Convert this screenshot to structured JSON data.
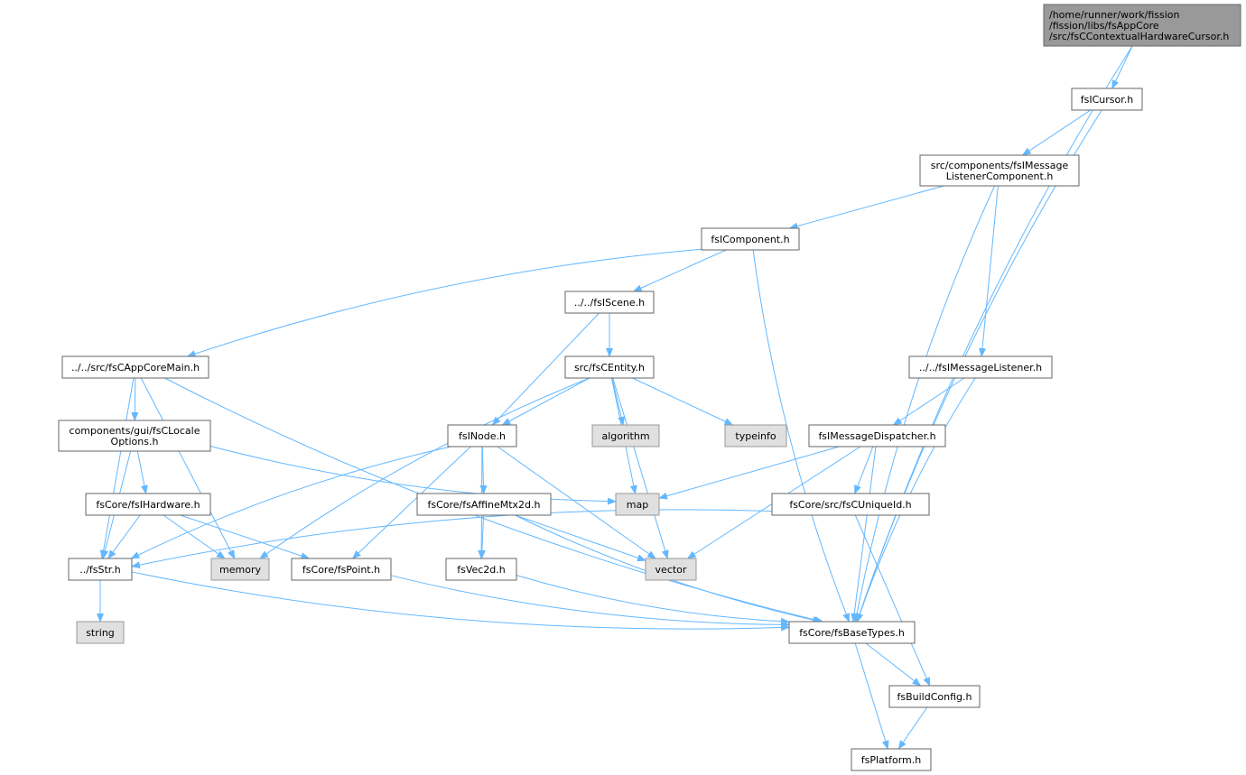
{
  "nodes": [
    {
      "id": "root",
      "kind": "main",
      "lines": [
        "/home/runner/work/fission",
        "/fission/libs/fsAppCore",
        "/src/fsCContextualHardwareCursor.h"
      ]
    },
    {
      "id": "fsICursor",
      "kind": "normal",
      "lines": [
        "fsICursor.h"
      ]
    },
    {
      "id": "msgListenerComponent",
      "kind": "normal",
      "lines": [
        "src/components/fsIMessage",
        "ListenerComponent.h"
      ]
    },
    {
      "id": "fsIComponent",
      "kind": "normal",
      "lines": [
        "fsIComponent.h"
      ]
    },
    {
      "id": "fsIScene",
      "kind": "normal",
      "lines": [
        "../../fsIScene.h"
      ]
    },
    {
      "id": "appCoreMain",
      "kind": "normal",
      "lines": [
        "../../src/fsCAppCoreMain.h"
      ]
    },
    {
      "id": "fsCEntity",
      "kind": "normal",
      "lines": [
        "src/fsCEntity.h"
      ]
    },
    {
      "id": "msgListener",
      "kind": "normal",
      "lines": [
        "../../fsIMessageListener.h"
      ]
    },
    {
      "id": "localeOptions",
      "kind": "normal",
      "lines": [
        "components/gui/fsCLocale",
        "Options.h"
      ]
    },
    {
      "id": "fsINode",
      "kind": "normal",
      "lines": [
        "fsINode.h"
      ]
    },
    {
      "id": "algorithm",
      "kind": "external",
      "lines": [
        "algorithm"
      ]
    },
    {
      "id": "typeinfo",
      "kind": "external",
      "lines": [
        "typeinfo"
      ]
    },
    {
      "id": "msgDispatcher",
      "kind": "normal",
      "lines": [
        "fsIMessageDispatcher.h"
      ]
    },
    {
      "id": "fsIHardware",
      "kind": "normal",
      "lines": [
        "fsCore/fsIHardware.h"
      ]
    },
    {
      "id": "affineMtx",
      "kind": "normal",
      "lines": [
        "fsCore/fsAffineMtx2d.h"
      ]
    },
    {
      "id": "map",
      "kind": "external",
      "lines": [
        "map"
      ]
    },
    {
      "id": "uniqueId",
      "kind": "normal",
      "lines": [
        "fsCore/src/fsCUniqueId.h"
      ]
    },
    {
      "id": "fsStr",
      "kind": "normal",
      "lines": [
        "../fsStr.h"
      ]
    },
    {
      "id": "memory",
      "kind": "external",
      "lines": [
        "memory"
      ]
    },
    {
      "id": "fsPoint",
      "kind": "normal",
      "lines": [
        "fsCore/fsPoint.h"
      ]
    },
    {
      "id": "fsVec2d",
      "kind": "normal",
      "lines": [
        "fsVec2d.h"
      ]
    },
    {
      "id": "vector",
      "kind": "external",
      "lines": [
        "vector"
      ]
    },
    {
      "id": "string",
      "kind": "external",
      "lines": [
        "string"
      ]
    },
    {
      "id": "baseTypes",
      "kind": "normal",
      "lines": [
        "fsCore/fsBaseTypes.h"
      ]
    },
    {
      "id": "buildConfig",
      "kind": "normal",
      "lines": [
        "fsBuildConfig.h"
      ]
    },
    {
      "id": "platform",
      "kind": "normal",
      "lines": [
        "fsPlatform.h"
      ]
    }
  ],
  "edges": [
    [
      "root",
      "fsICursor"
    ],
    [
      "root",
      "baseTypes"
    ],
    [
      "fsICursor",
      "msgListenerComponent"
    ],
    [
      "fsICursor",
      "baseTypes"
    ],
    [
      "msgListenerComponent",
      "fsIComponent"
    ],
    [
      "msgListenerComponent",
      "msgListener"
    ],
    [
      "msgListenerComponent",
      "baseTypes"
    ],
    [
      "fsIComponent",
      "fsIScene"
    ],
    [
      "fsIComponent",
      "appCoreMain"
    ],
    [
      "fsIComponent",
      "baseTypes"
    ],
    [
      "fsIScene",
      "fsCEntity"
    ],
    [
      "fsIScene",
      "fsINode"
    ],
    [
      "appCoreMain",
      "localeOptions"
    ],
    [
      "appCoreMain",
      "fsStr"
    ],
    [
      "appCoreMain",
      "memory"
    ],
    [
      "appCoreMain",
      "baseTypes"
    ],
    [
      "fsCEntity",
      "fsINode"
    ],
    [
      "fsCEntity",
      "algorithm"
    ],
    [
      "fsCEntity",
      "typeinfo"
    ],
    [
      "fsCEntity",
      "map"
    ],
    [
      "fsCEntity",
      "vector"
    ],
    [
      "fsCEntity",
      "memory"
    ],
    [
      "msgListener",
      "msgDispatcher"
    ],
    [
      "msgListener",
      "baseTypes"
    ],
    [
      "localeOptions",
      "fsIHardware"
    ],
    [
      "localeOptions",
      "fsStr"
    ],
    [
      "localeOptions",
      "map"
    ],
    [
      "fsINode",
      "affineMtx"
    ],
    [
      "fsINode",
      "fsStr"
    ],
    [
      "fsINode",
      "fsPoint"
    ],
    [
      "fsINode",
      "fsVec2d"
    ],
    [
      "fsINode",
      "vector"
    ],
    [
      "msgDispatcher",
      "map"
    ],
    [
      "msgDispatcher",
      "uniqueId"
    ],
    [
      "msgDispatcher",
      "vector"
    ],
    [
      "msgDispatcher",
      "baseTypes"
    ],
    [
      "fsIHardware",
      "fsStr"
    ],
    [
      "fsIHardware",
      "memory"
    ],
    [
      "fsIHardware",
      "fsPoint"
    ],
    [
      "affineMtx",
      "fsVec2d"
    ],
    [
      "affineMtx",
      "vector"
    ],
    [
      "affineMtx",
      "baseTypes"
    ],
    [
      "uniqueId",
      "fsStr"
    ],
    [
      "uniqueId",
      "buildConfig"
    ],
    [
      "fsStr",
      "string"
    ],
    [
      "fsStr",
      "baseTypes"
    ],
    [
      "fsPoint",
      "baseTypes"
    ],
    [
      "fsVec2d",
      "baseTypes"
    ],
    [
      "baseTypes",
      "buildConfig"
    ],
    [
      "baseTypes",
      "platform"
    ],
    [
      "buildConfig",
      "platform"
    ]
  ],
  "colors": {
    "edge": "#63b8ff",
    "main_fill": "#999999",
    "node_fill": "#ffffff",
    "external_fill": "#e0e0e0",
    "node_stroke": "#666666",
    "external_stroke": "#999999"
  }
}
